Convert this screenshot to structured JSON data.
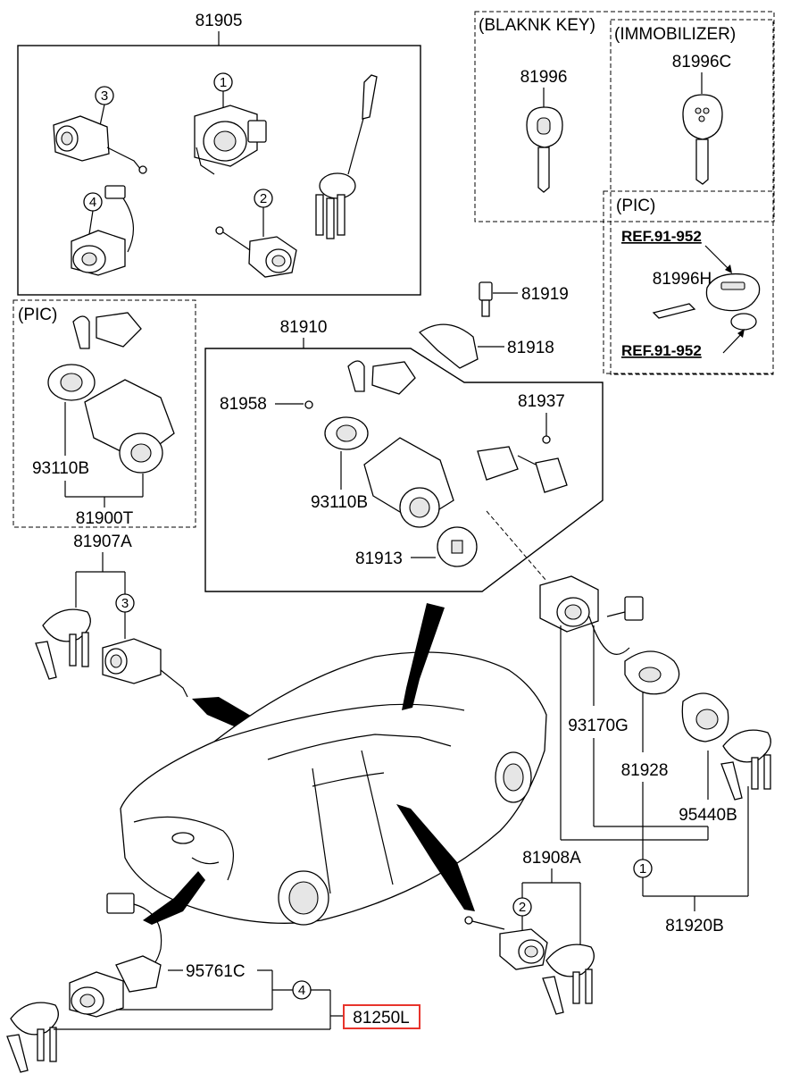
{
  "groups": {
    "blank_key": "(BLAKNK KEY)",
    "immobilizer": "(IMMOBILIZER)",
    "pic_top": "(PIC)",
    "pic_left": "(PIC)"
  },
  "labels": {
    "p81905": "81905",
    "p81996": "81996",
    "p81996C": "81996C",
    "ref1": "REF.91-952",
    "p81996H": "81996H",
    "ref2": "REF.91-952",
    "p81919": "81919",
    "p81918": "81918",
    "p81910": "81910",
    "p81958": "81958",
    "p81937": "81937",
    "p93110B_left": "93110B",
    "p81900T": "81900T",
    "p93110B_mid": "93110B",
    "p81913": "81913",
    "p81907A": "81907A",
    "p93170G": "93170G",
    "p81928": "81928",
    "p95440B": "95440B",
    "p81908A": "81908A",
    "p81920B": "81920B",
    "p95761C": "95761C",
    "p81250L": "81250L"
  },
  "callouts": {
    "c1_top": "1",
    "c2_top": "2",
    "c3_top": "3",
    "c4_top": "4",
    "c3_left": "3",
    "c2_bottom": "2",
    "c1_right": "1",
    "c4_bottom": "4"
  },
  "colors": {
    "line": "#000000",
    "highlight": "#e8342c",
    "background": "#ffffff"
  }
}
